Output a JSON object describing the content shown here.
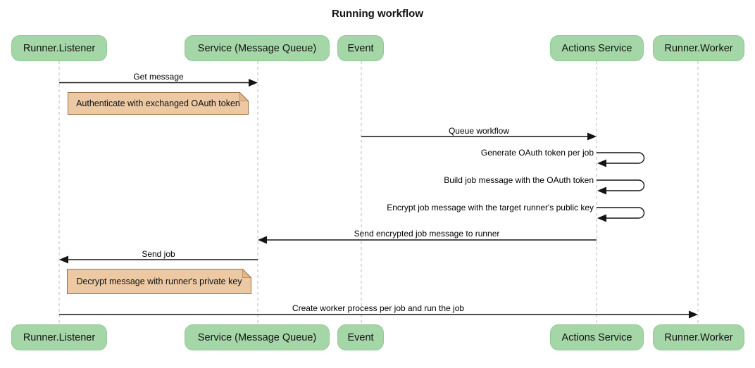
{
  "title": "Running workflow",
  "diagram_type": "sequence",
  "colors": {
    "actor_fill": "#a5d6a7",
    "actor_border": "#93c795",
    "note_fill": "#ecc9a3",
    "note_border": "#9c6f3f",
    "note_fold": "#e2b78c",
    "lifeline": "#b9b9b9",
    "arrow": "#141414"
  },
  "actors": [
    {
      "label": "Runner.Listener"
    },
    {
      "label": "Service (Message Queue)"
    },
    {
      "label": "Event"
    },
    {
      "label": "Actions Service"
    },
    {
      "label": "Runner.Worker"
    }
  ],
  "messages": [
    {
      "label": "Get message",
      "from": "Runner.Listener",
      "to": "Service (Message Queue)",
      "type": "arrow"
    },
    {
      "label": "Queue workflow",
      "from": "Event",
      "to": "Actions Service",
      "type": "arrow"
    },
    {
      "label": "Generate OAuth token per job",
      "from": "Actions Service",
      "to": "Actions Service",
      "type": "self"
    },
    {
      "label": "Build job message with the OAuth token",
      "from": "Actions Service",
      "to": "Actions Service",
      "type": "self"
    },
    {
      "label": "Encrypt job message with the target runner's public key",
      "from": "Actions Service",
      "to": "Actions Service",
      "type": "self"
    },
    {
      "label": "Send encrypted job message to runner",
      "from": "Actions Service",
      "to": "Service (Message Queue)",
      "type": "arrow"
    },
    {
      "label": "Send job",
      "from": "Service (Message Queue)",
      "to": "Runner.Listener",
      "type": "arrow"
    },
    {
      "label": "Create worker process per job and run the job",
      "from": "Runner.Listener",
      "to": "Runner.Worker",
      "type": "arrow"
    }
  ],
  "notes": [
    {
      "text": "Authenticate with exchanged OAuth token",
      "position": "right of Runner.Listener"
    },
    {
      "text": "Decrypt message with runner's private key",
      "position": "right of Runner.Listener"
    }
  ]
}
